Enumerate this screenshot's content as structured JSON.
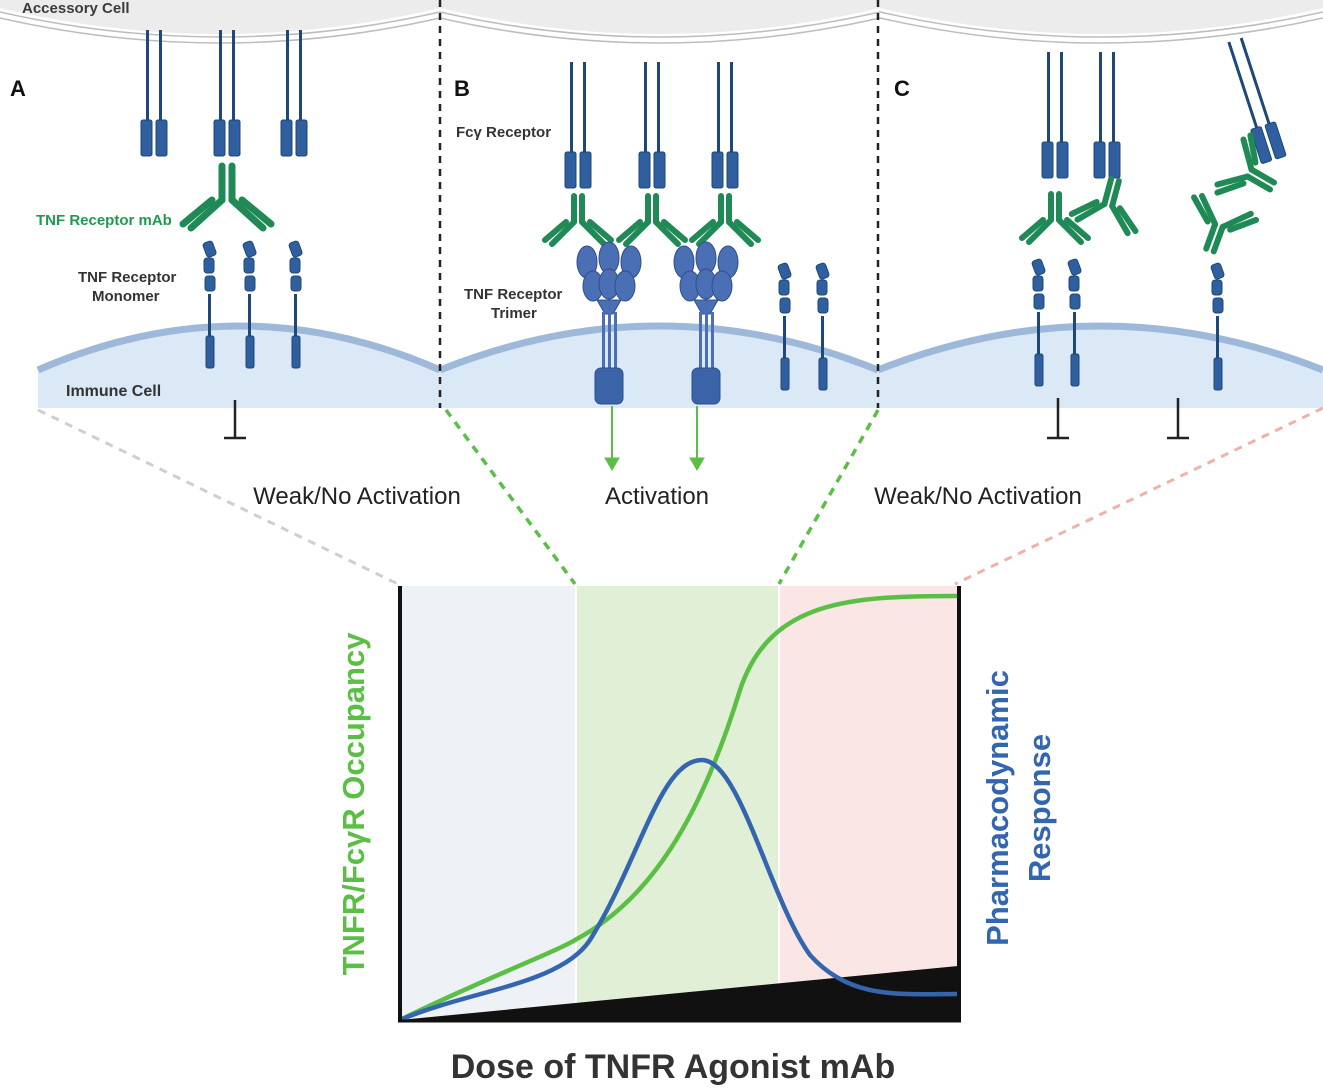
{
  "panels": {
    "a": {
      "letter": "A",
      "outcome": "Weak/No Activation"
    },
    "b": {
      "letter": "B",
      "outcome": "Activation"
    },
    "c": {
      "letter": "C",
      "outcome": "Weak/No Activation"
    }
  },
  "labels": {
    "accessory_cell": "Accessory Cell",
    "immune_cell": "Immune Cell",
    "tnf_receptor_mab": "TNF Receptor mAb",
    "tnf_monomer_line1": "TNF Receptor",
    "tnf_monomer_line2": "Monomer",
    "fcy_receptor": "Fcγ Receptor",
    "tnf_trimer_line1": "TNF Receptor",
    "tnf_trimer_line2": "Trimer"
  },
  "chart": {
    "y_left_label": "TNFR/FcγR Occupancy",
    "y_right_line1": "Pharmacodynamic",
    "y_right_line2": "Response",
    "x_label": "Dose of TNFR Agonist mAb"
  },
  "colors": {
    "green_curve": "#5bbf45",
    "blue_curve": "#3466b0",
    "antibody": "#1f8a55",
    "receptor": "#2f5f9e",
    "zone_low": "#eef1f6",
    "zone_mid": "#e0efd6",
    "zone_high": "#fae6e4"
  }
}
